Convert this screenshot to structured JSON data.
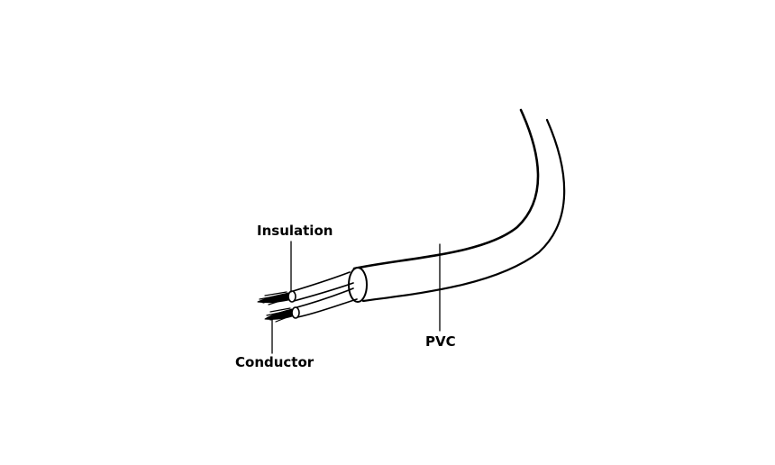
{
  "labels": {
    "insulation": "Insulation",
    "conductor": "Conductor",
    "pvc": "PVC"
  },
  "colors": {
    "line": "#000000",
    "background": "#ffffff"
  }
}
